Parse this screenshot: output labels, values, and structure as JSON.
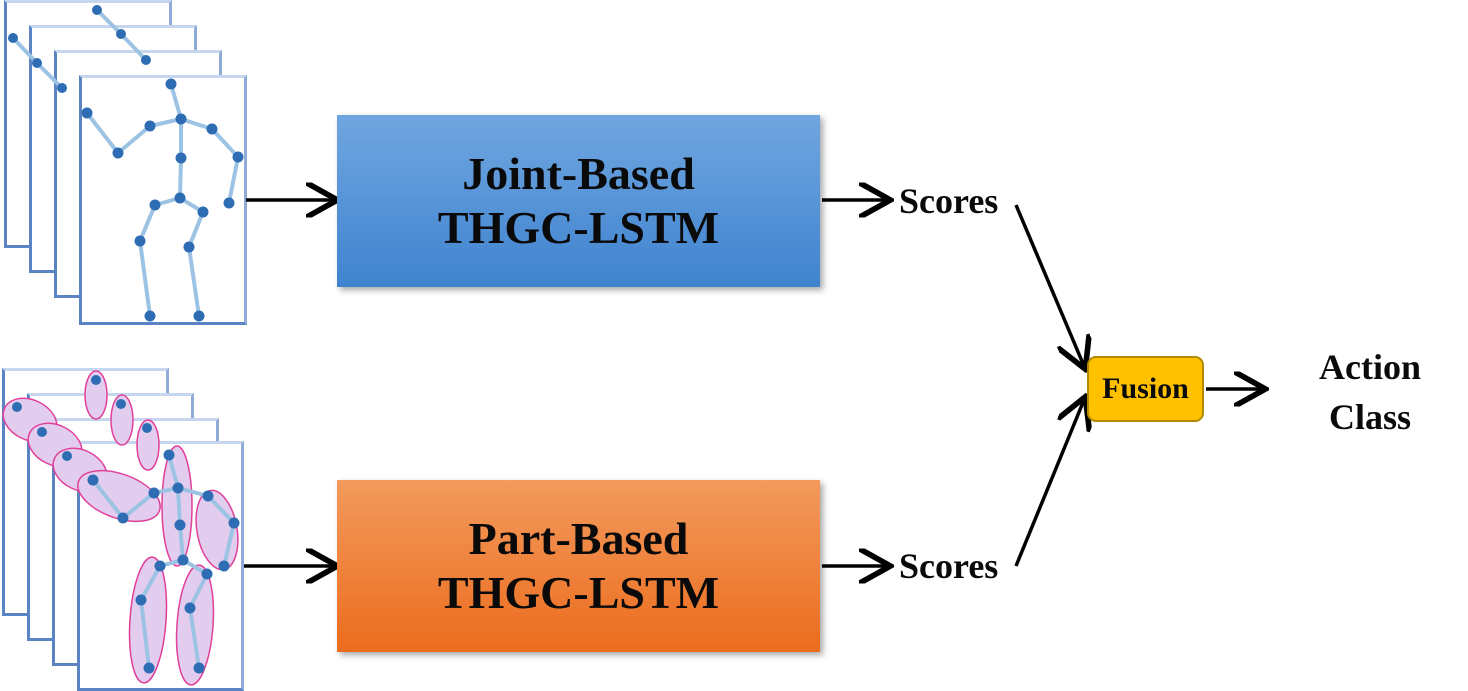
{
  "joint_block": {
    "line1": "Joint-Based",
    "line2": "THGC-LSTM"
  },
  "part_block": {
    "line1": "Part-Based",
    "line2": "THGC-LSTM"
  },
  "scores_top": "Scores",
  "scores_bottom": "Scores",
  "fusion": "Fusion",
  "output": {
    "line1": "Action",
    "line2": "Class"
  },
  "colors": {
    "joint_block": "#4a8fd6",
    "part_block": "#ee7a2e",
    "fusion": "#ffc000",
    "bone": "#9cc3e4",
    "joint": "#2e6db4",
    "part_fill": "#e3cdef",
    "part_edge": "#e0409a",
    "frame": "#5b84c4"
  }
}
